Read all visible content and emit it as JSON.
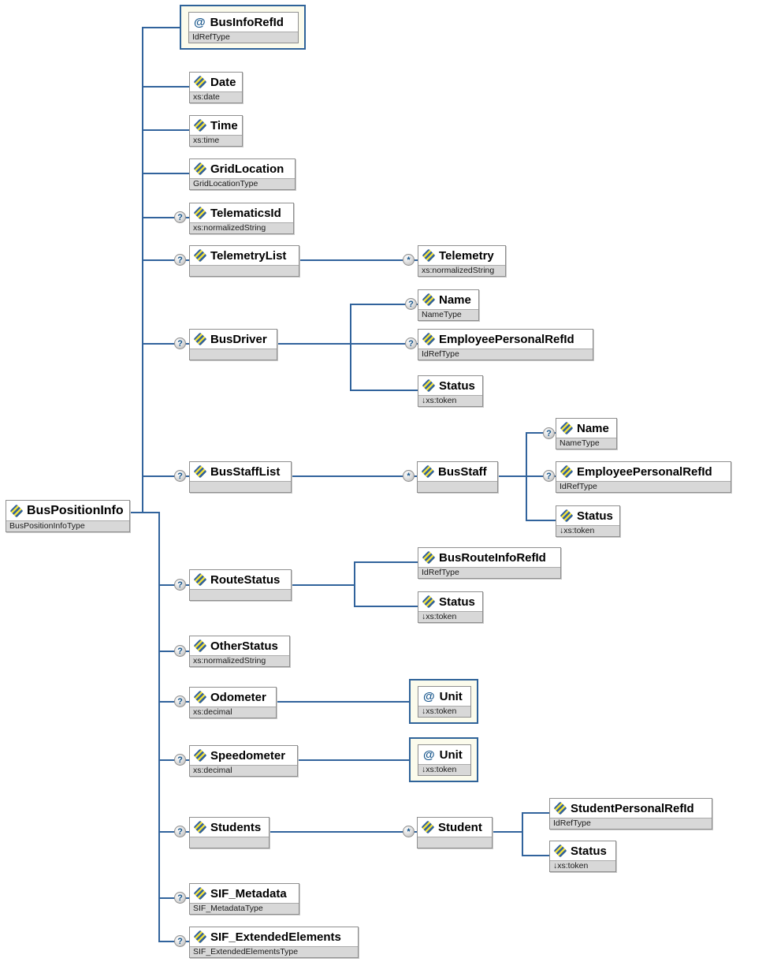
{
  "badges": {
    "optional": "?",
    "repeating": "*"
  },
  "icons": {
    "attribute": "@"
  },
  "nodes": {
    "busPositionInfo": {
      "label": "BusPositionInfo",
      "type": "BusPositionInfoType"
    },
    "busInfoRefId": {
      "label": "BusInfoRefId",
      "type": "IdRefType"
    },
    "date": {
      "label": "Date",
      "type": "xs:date"
    },
    "time": {
      "label": "Time",
      "type": "xs:time"
    },
    "gridLocation": {
      "label": "GridLocation",
      "type": "GridLocationType"
    },
    "telematicsId": {
      "label": "TelematicsId",
      "type": "xs:normalizedString"
    },
    "telemetryList": {
      "label": "TelemetryList",
      "type": ""
    },
    "telemetry": {
      "label": "Telemetry",
      "type": "xs:normalizedString"
    },
    "busDriver": {
      "label": "BusDriver",
      "type": ""
    },
    "busDriverName": {
      "label": "Name",
      "type": "NameType"
    },
    "busDriverEmployeePersonalRefId": {
      "label": "EmployeePersonalRefId",
      "type": "IdRefType"
    },
    "busDriverStatus": {
      "label": "Status",
      "type": "↓xs:token"
    },
    "busStaffList": {
      "label": "BusStaffList",
      "type": ""
    },
    "busStaff": {
      "label": "BusStaff",
      "type": ""
    },
    "busStaffName": {
      "label": "Name",
      "type": "NameType"
    },
    "busStaffEmployeePersonalRefId": {
      "label": "EmployeePersonalRefId",
      "type": "IdRefType"
    },
    "busStaffStatus": {
      "label": "Status",
      "type": "↓xs:token"
    },
    "routeStatus": {
      "label": "RouteStatus",
      "type": ""
    },
    "busRouteInfoRefId": {
      "label": "BusRouteInfoRefId",
      "type": "IdRefType"
    },
    "routeStatusStatus": {
      "label": "Status",
      "type": "↓xs:token"
    },
    "otherStatus": {
      "label": "OtherStatus",
      "type": "xs:normalizedString"
    },
    "odometer": {
      "label": "Odometer",
      "type": "xs:decimal"
    },
    "odometerUnit": {
      "label": "Unit",
      "type": "↓xs:token"
    },
    "speedometer": {
      "label": "Speedometer",
      "type": "xs:decimal"
    },
    "speedometerUnit": {
      "label": "Unit",
      "type": "↓xs:token"
    },
    "students": {
      "label": "Students",
      "type": ""
    },
    "student": {
      "label": "Student",
      "type": ""
    },
    "studentPersonalRefId": {
      "label": "StudentPersonalRefId",
      "type": "IdRefType"
    },
    "studentStatus": {
      "label": "Status",
      "type": "↓xs:token"
    },
    "sifMetadata": {
      "label": "SIF_Metadata",
      "type": "SIF_MetadataType"
    },
    "sifExtendedElements": {
      "label": "SIF_ExtendedElements",
      "type": "SIF_ExtendedElementsType"
    }
  }
}
